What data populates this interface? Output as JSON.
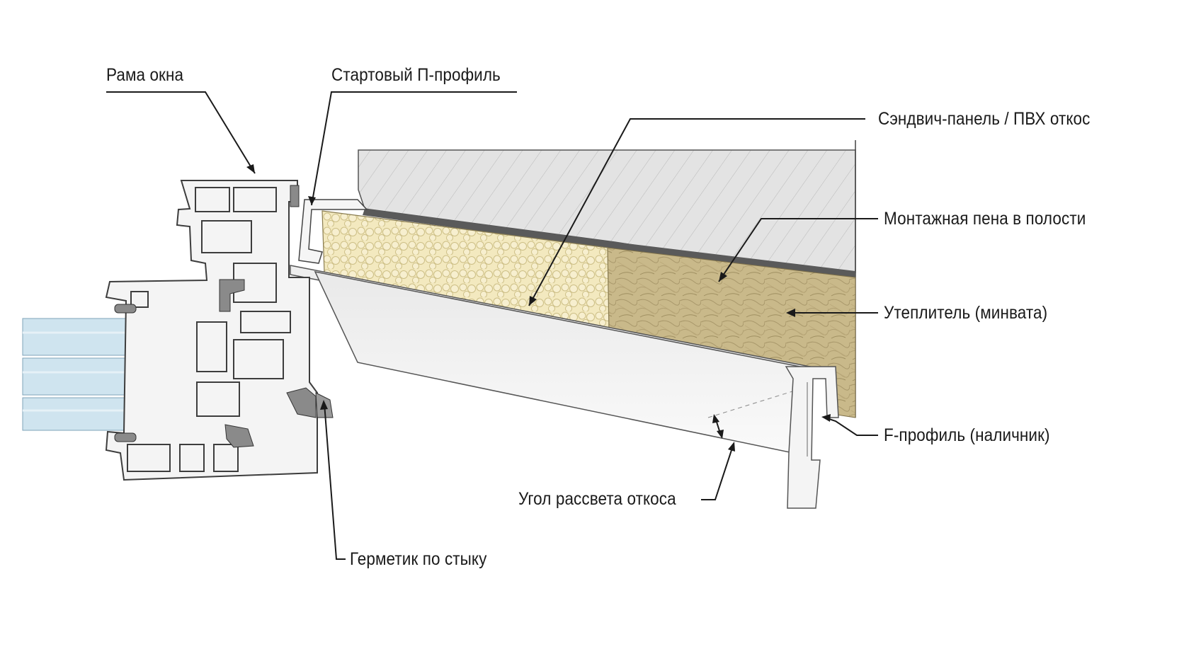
{
  "labels": {
    "window_frame": "Рама окна",
    "start_profile": "Стартовый П-профиль",
    "sandwich_panel": "Сэндвич-панель / ПВХ откос",
    "mounting_foam": "Монтажная пена в полости",
    "insulation": "Утеплитель (минвата)",
    "f_profile": "F-профиль (наличник)",
    "reveal_angle": "Угол рассвета откоса",
    "sealant": "Герметик по стыку"
  },
  "colors": {
    "concrete": "#d9d9d9",
    "foam": "#f1e6b8",
    "mineral_wool": "#c9b98a",
    "pvc_panel": "#f4f4f4",
    "glass": "#cfe4ef",
    "sealant": "#9a9a9a",
    "frame_outline": "#444444"
  }
}
